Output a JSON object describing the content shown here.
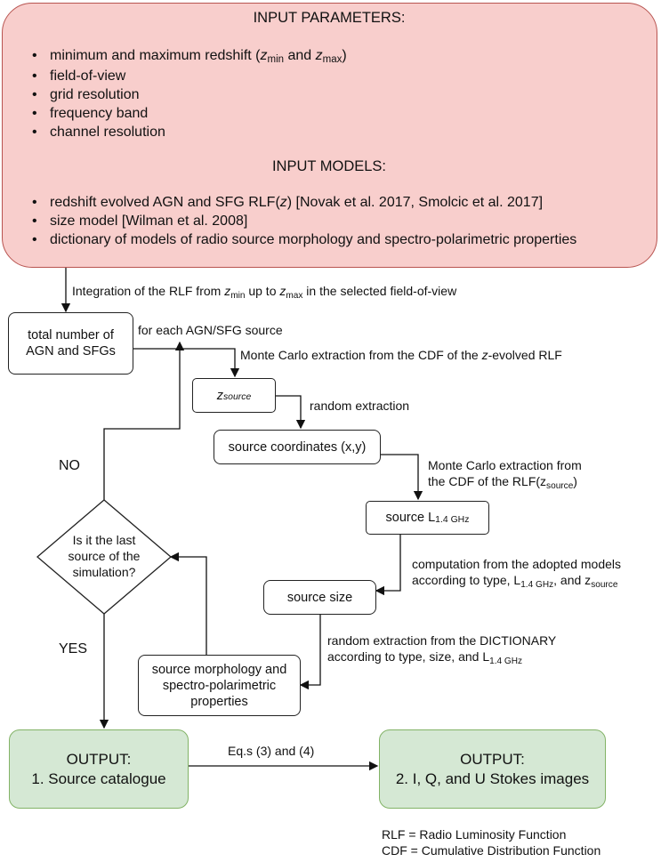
{
  "input_parameters": {
    "title": "INPUT PARAMETERS:",
    "items": [
      "minimum and maximum redshift (z_min and z_max)",
      "field-of-view",
      "grid resolution",
      "frequency band",
      "channel resolution"
    ],
    "item0": {
      "pre": "minimum and maximum redshift (",
      "z1": "z",
      "s1": "min",
      "mid": " and ",
      "z2": "z",
      "s2": "max",
      "post": ")"
    }
  },
  "input_models": {
    "title": "INPUT MODELS:",
    "item0": {
      "pre": "redshift evolved AGN and SFG RLF(",
      "z": "z",
      "post": ") [Novak et al. 2017, Smolcic et al. 2017]"
    },
    "item1": "size model [Wilman et al. 2008]",
    "item2": "dictionary of models of radio source morphology and spectro-polarimetric properties"
  },
  "nodes": {
    "total": "total number of AGN and SFGs",
    "zsource": {
      "z": "z",
      "sub": "source"
    },
    "coords": "source coordinates (x,y)",
    "lum": {
      "pre": "source L",
      "sub": "1.4 GHz"
    },
    "size": "source size",
    "morph": "source morphology and spectro-polarimetric properties",
    "decision": "Is it the last source of the simulation?",
    "out1": {
      "title": "OUTPUT:",
      "text": "1. Source catalogue"
    },
    "out2": {
      "title": "OUTPUT:",
      "text": "2. I, Q, and U Stokes images"
    }
  },
  "edges": {
    "integration": {
      "pre": "Integration of the RLF from ",
      "z1": "z",
      "s1": "min",
      "mid": " up to ",
      "z2": "z",
      "s2": "max",
      "post": " in the selected field-of-view"
    },
    "each": "for each AGN/SFG source",
    "mc1": {
      "pre": "Monte Carlo extraction from the CDF of the ",
      "z": "z",
      "post": "-evolved RLF"
    },
    "random": "random extraction",
    "mc2": {
      "line1": "Monte Carlo extraction from",
      "line2pre": "the CDF of the RLF(z",
      "sub": "source",
      "line2post": ")"
    },
    "comp": {
      "line1": "computation from the adopted models",
      "line2pre": "according to type, L",
      "sub1": "1.4 GHz",
      "mid": ", and z",
      "sub2": "source"
    },
    "dict": {
      "line1": "random extraction from the DICTIONARY",
      "line2pre": "according to type, size, and L",
      "sub": "1.4 GHz"
    },
    "no": "NO",
    "yes": "YES",
    "eqs": "Eq.s (3) and (4)"
  },
  "legend": [
    "RLF = Radio Luminosity Function",
    "CDF = Cumulative Distribution Function"
  ]
}
